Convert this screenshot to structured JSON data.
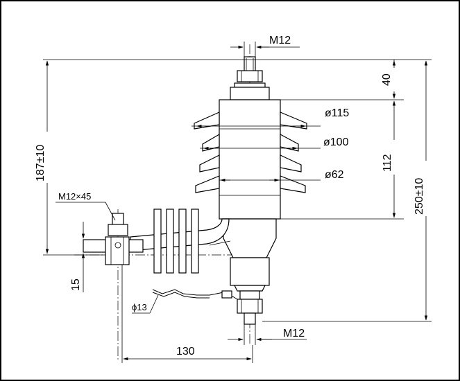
{
  "drawing": {
    "dimensions": {
      "top_thread": "M12",
      "bottom_thread": "M12",
      "bracket_bolt": "M12×45",
      "top_stud_length": "40",
      "diameter_shed_large": "ø115",
      "diameter_shed_mid": "ø100",
      "diameter_core": "ø62",
      "insulator_height": "112",
      "total_height": "250±10",
      "left_height": "187±10",
      "bracket_offset": "15",
      "bottom_width": "130",
      "wire_diameter": "ϕ13"
    }
  }
}
